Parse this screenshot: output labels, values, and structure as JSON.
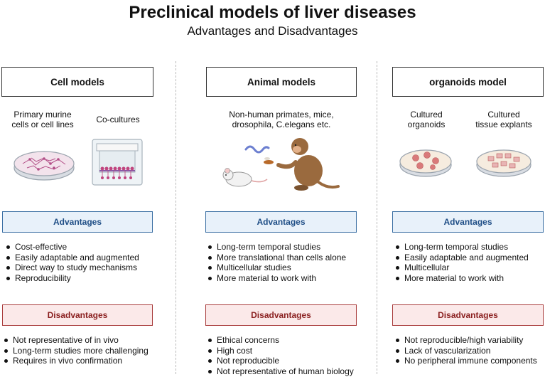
{
  "title": "Preclinical models of liver diseases",
  "subtitle": "Advantages and Disadvantages",
  "columns": [
    {
      "header": "Cell models",
      "sub_labels": [
        "Primary murine\ncells or cell lines",
        "Co-cultures"
      ],
      "advantages_label": "Advantages",
      "advantages": [
        "Cost-effective",
        "Easily adaptable and augmented",
        "Direct way to study mechanisms",
        "Reproducibility"
      ],
      "disadvantages_label": "Disadvantages",
      "disadvantages": [
        "Not representative of in vivo",
        "Long-term studies more challenging",
        "Requires in vivo confirmation"
      ]
    },
    {
      "header": "Animal models",
      "sub_labels": [
        "Non-human primates, mice,\ndrosophila, C.elegans etc."
      ],
      "advantages_label": "Advantages",
      "advantages": [
        "Long-term temporal studies",
        "More translational than cells alone",
        "Multicellular studies",
        "More material to work with"
      ],
      "disadvantages_label": "Disadvantages",
      "disadvantages": [
        "Ethical concerns",
        "High cost",
        "Not reproducible",
        "Not representative of human biology"
      ]
    },
    {
      "header": "organoids model",
      "sub_labels": [
        "Cultured\norganoids",
        "Cultured\ntissue explants"
      ],
      "advantages_label": "Advantages",
      "advantages": [
        "Long-term temporal studies",
        "Easily adaptable and augmented",
        "Multicellular",
        "More material to work with"
      ],
      "disadvantages_label": "Disadvantages",
      "disadvantages": [
        "Not reproducible/high variability",
        "Lack of vascularization",
        "No peripheral immune components"
      ]
    }
  ],
  "colors": {
    "advantage_border": "#3b6fa3",
    "advantage_fill": "#e8f1fa",
    "disadvantage_border": "#a83b3b",
    "disadvantage_fill": "#fbe9e9"
  }
}
